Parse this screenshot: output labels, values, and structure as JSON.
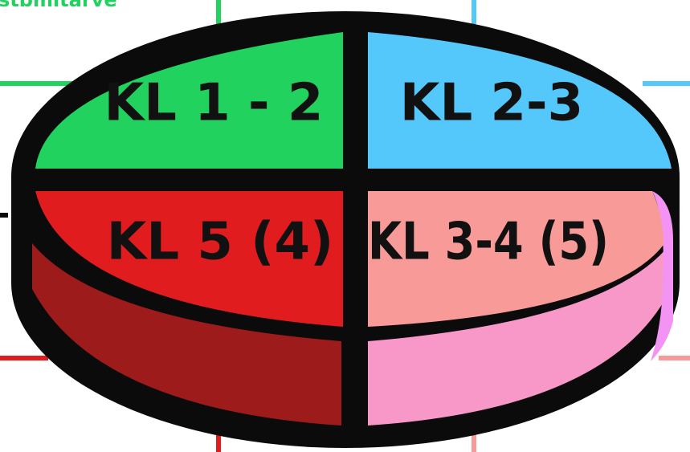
{
  "corner_text": "stbmitarve",
  "colors": {
    "outline": "#0b0b0b",
    "green": "#22d25e",
    "blue": "#55c8fb",
    "red": "#e11c1f",
    "dark_red": "#9e1b1c",
    "salmon": "#f89b98",
    "pink": "#f898c8",
    "violet": "#f393f3",
    "bg_red": "#e11c1f",
    "bg_salmon": "#f89b98"
  },
  "segments": [
    {
      "id": "top-left",
      "label": "KL 1 - 2",
      "color": "green"
    },
    {
      "id": "top-right",
      "label": "KL 2-3",
      "color": "blue"
    },
    {
      "id": "bottom-left",
      "label": "KL 5 (4)",
      "color": "red"
    },
    {
      "id": "bottom-right",
      "label": "KL 3-4 (5)",
      "color": "salmon"
    }
  ]
}
